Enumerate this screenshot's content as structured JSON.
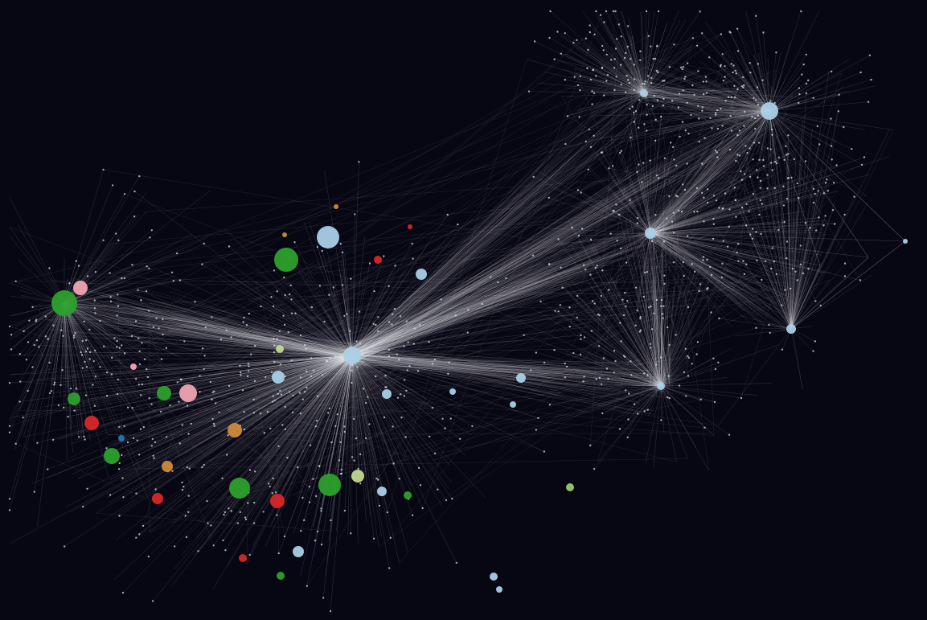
{
  "graph": {
    "background": "#070613",
    "edge_color": "#e8e8ee",
    "palette": {
      "light_blue": "#a9cfe6",
      "green": "#2ca02c",
      "red": "#d62728",
      "orange": "#d08a3c",
      "pink": "#f0a3b3",
      "yellow_green": "#c2d88f",
      "blue": "#1f77b4",
      "light_green": "#98c96a"
    },
    "description_tag": "network-graph-visualization",
    "hubs": [
      {
        "id": "h_center",
        "color": "light_blue",
        "weight": 1.0
      },
      {
        "id": "h_top_right",
        "color": "light_blue",
        "weight": 0.9
      },
      {
        "id": "h_top_mid",
        "color": "light_blue",
        "weight": 0.7
      },
      {
        "id": "h_mid_right",
        "color": "light_blue",
        "weight": 0.9
      },
      {
        "id": "h_right_low",
        "color": "light_blue",
        "weight": 0.6
      },
      {
        "id": "h_left",
        "color": "green",
        "weight": 0.9
      },
      {
        "id": "h_lower_right",
        "color": "light_blue",
        "weight": 0.7
      }
    ]
  }
}
